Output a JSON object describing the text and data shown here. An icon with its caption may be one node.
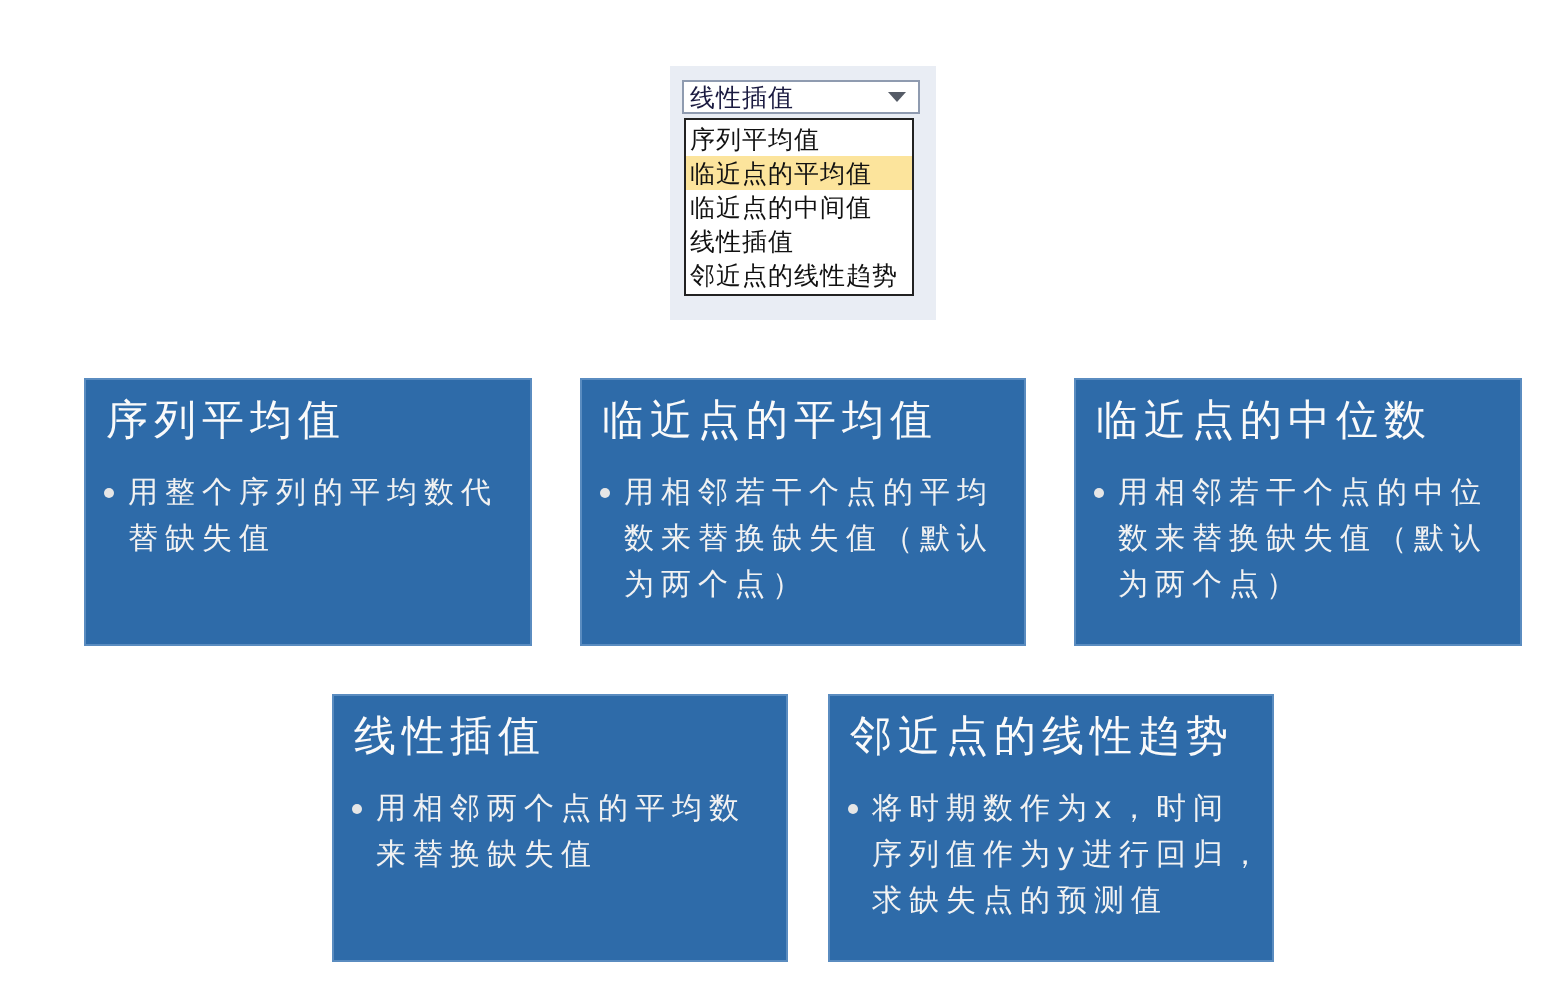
{
  "diagram": {
    "nodes": [
      {
        "text": [
          "线性插值"
        ]
      },
      {
        "text": [
          "序列平均值",
          "临近点的平均值",
          "临近点的中间值",
          "线性插值",
          "邻近点的线性趋势"
        ]
      },
      {
        "text": [
          "序列平均值",
          "用整个序列的平均数代替缺失值"
        ]
      },
      {
        "text": [
          "临近点的平均值",
          "用相邻若干个点的平均数来替换缺失值（默认为两个点）"
        ]
      },
      {
        "text": [
          "临近点的中位数",
          "用相邻若干个点的中位数来替换缺失值（默认为两个点）"
        ]
      },
      {
        "text": [
          "线性插值",
          "用相邻两个点的平均数来替换缺失值"
        ]
      },
      {
        "text": [
          "邻近点的线性趋势",
          "将时期数作为x，时间序列值作为y进行回归，求缺失点的预测值"
        ]
      }
    ]
  }
}
